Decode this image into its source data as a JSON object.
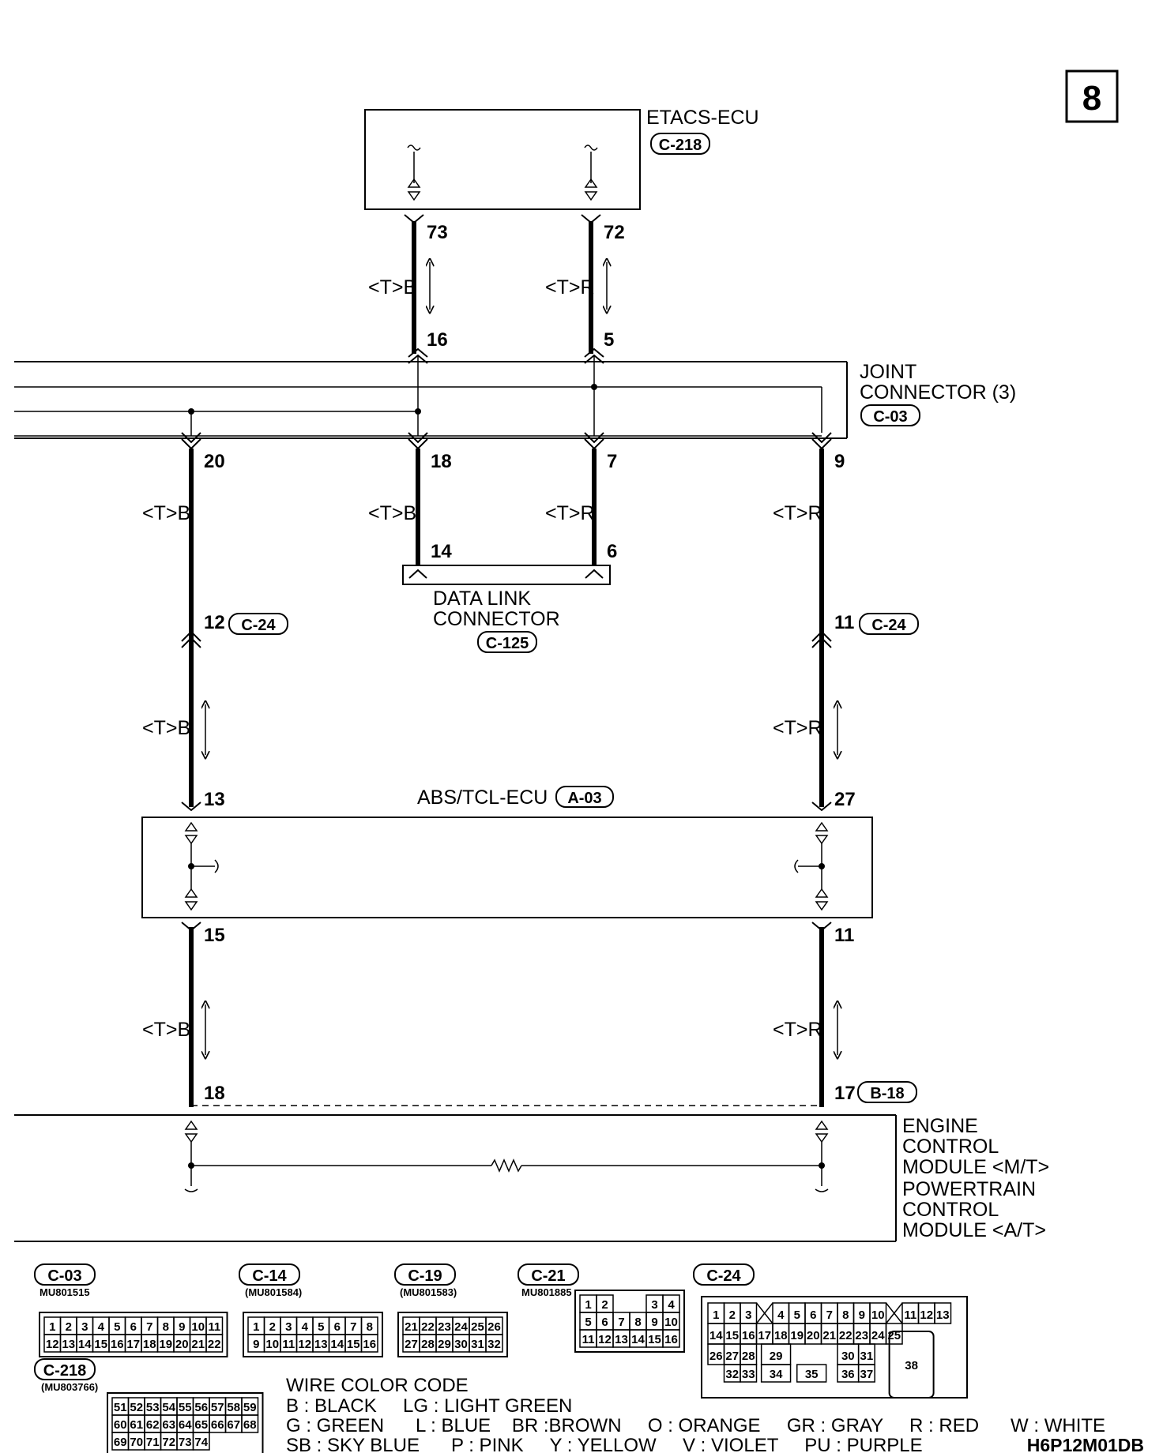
{
  "page_number": "8",
  "figure_code": "H6P12M01DB",
  "components": {
    "etacs": {
      "name": "ETACS-ECU",
      "connector": "C-218"
    },
    "joint": {
      "name_line1": "JOINT",
      "name_line2": "CONNECTOR (3)",
      "connector": "C-03"
    },
    "dlc": {
      "name_line1": "DATA LINK",
      "name_line2": "CONNECTOR",
      "connector": "C-125"
    },
    "abs": {
      "name": "ABS/TCL-ECU",
      "connector": "A-03"
    },
    "ecm": {
      "line1": "ENGINE",
      "line2": "CONTROL",
      "line3": "MODULE <M/T>",
      "line4": "POWERTRAIN",
      "line5": "CONTROL",
      "line6": "MODULE <A/T>"
    }
  },
  "pins": {
    "p73": "73",
    "p72": "72",
    "p16": "16",
    "p5": "5",
    "p20": "20",
    "p18a": "18",
    "p7": "7",
    "p9": "9",
    "p14": "14",
    "p6": "6",
    "p12": "12",
    "p11a": "11",
    "p13": "13",
    "p27": "27",
    "p15": "15",
    "p11b": "11",
    "p18b": "18",
    "p17": "17"
  },
  "connector_refs": {
    "c24": "C-24",
    "b18": "B-18"
  },
  "wires": {
    "black": "<T>B",
    "red": "<T>R"
  },
  "connector_views": [
    {
      "id": "C-03",
      "part": "MU801515"
    },
    {
      "id": "C-14",
      "part": "(MU801584)"
    },
    {
      "id": "C-19",
      "part": "(MU801583)"
    },
    {
      "id": "C-21",
      "part": "MU801885"
    },
    {
      "id": "C-24",
      "part": ""
    },
    {
      "id": "C-218",
      "part": "(MU803766)"
    }
  ],
  "c03_rows": [
    [
      "1",
      "2",
      "3",
      "4",
      "5",
      "6",
      "7",
      "8",
      "9",
      "10",
      "11"
    ],
    [
      "12",
      "13",
      "14",
      "15",
      "16",
      "17",
      "18",
      "19",
      "20",
      "21",
      "22"
    ]
  ],
  "c14_rows": [
    [
      "1",
      "2",
      "3",
      "4",
      "5",
      "6",
      "7",
      "8"
    ],
    [
      "9",
      "10",
      "11",
      "12",
      "13",
      "14",
      "15",
      "16"
    ]
  ],
  "c19_rows": [
    [
      "21",
      "22",
      "23",
      "24",
      "25",
      "26"
    ],
    [
      "27",
      "28",
      "29",
      "30",
      "31",
      "32"
    ]
  ],
  "c21_rows": [
    [
      "1",
      "2",
      "",
      "",
      "3",
      "4"
    ],
    [
      "5",
      "6",
      "7",
      "8",
      "9",
      "10"
    ],
    [
      "11",
      "12",
      "13",
      "14",
      "15",
      "16"
    ]
  ],
  "c24_rows": [
    [
      "1",
      "2",
      "3",
      "",
      "4",
      "5",
      "6",
      "7",
      "8",
      "9",
      "10",
      "",
      "11",
      "12",
      "13"
    ],
    [
      "14",
      "15",
      "16",
      "17",
      "18",
      "19",
      "20",
      "21",
      "22",
      "23",
      "24",
      "25"
    ],
    [
      "26",
      "27",
      "28",
      "29",
      "30",
      "31",
      "38"
    ],
    [
      "32",
      "33",
      "34",
      "35",
      "36",
      "37"
    ]
  ],
  "c218_rows": [
    [
      "51",
      "52",
      "53",
      "54",
      "55",
      "56",
      "57",
      "58",
      "59"
    ],
    [
      "60",
      "61",
      "62",
      "63",
      "64",
      "65",
      "66",
      "67",
      "68"
    ],
    [
      "69",
      "70",
      "71",
      "72",
      "73",
      "74"
    ]
  ],
  "wire_color_code": {
    "title": "WIRE COLOR CODE",
    "line1": "B : BLACK     LG : LIGHT GREEN",
    "line2": "G : GREEN      L : BLUE    BR :BROWN     O : ORANGE     GR : GRAY     R : RED      W : WHITE",
    "line3": "SB : SKY BLUE      P : PINK     Y : YELLOW     V : VIOLET     PU : PURPLE"
  }
}
